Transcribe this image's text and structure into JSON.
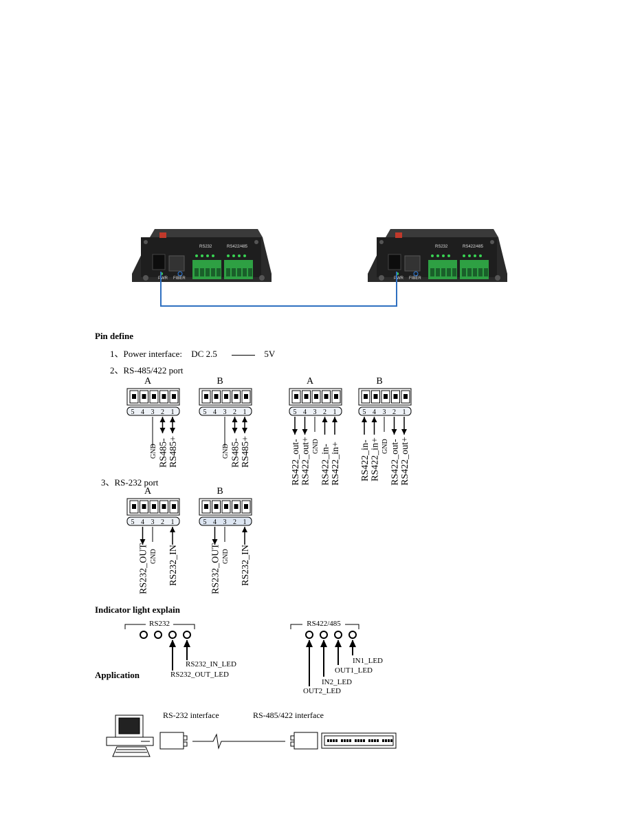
{
  "devices": {
    "left": {
      "rs232_label": "RS232",
      "rs485_label": "RS422/485",
      "pwr_label": "PWR",
      "fiber_label": "FIBER"
    },
    "right": {
      "rs232_label": "RS232",
      "rs485_label": "RS422/485",
      "pwr_label": "PWR",
      "fiber_label": "FIBER"
    }
  },
  "pin_define": {
    "heading": "Pin define",
    "power": {
      "prefix": "1、Power interface:",
      "type": "DC 2.5",
      "voltage": "5V"
    },
    "rs485_title": "2、RS-485/422 port",
    "rs232_title": "3、RS-232 port",
    "labels_a": "A",
    "labels_b": "B",
    "pin_numbers": [
      "5",
      "4",
      "3",
      "2",
      "1"
    ],
    "rs485_a": [
      "GND",
      "RS485-",
      "RS485+"
    ],
    "rs485_b": [
      "GND",
      "RS485-",
      "RS485+"
    ],
    "rs422_a": [
      "RS422_out-",
      "RS422_out+",
      "GND",
      "RS422_in-",
      "RS422_in+"
    ],
    "rs422_b": [
      "RS422_in-",
      "RS422_in+",
      "GND",
      "RS422_out-",
      "RS422_out+"
    ],
    "rs232_a": [
      "RS232_OUT",
      "GND",
      "RS232_IN"
    ],
    "rs232_b": [
      "RS232_OUT",
      "GND",
      "RS232_IN"
    ]
  },
  "indicator": {
    "heading": "Indicator light explain",
    "rs232_label": "RS232",
    "rs232_in": "RS232_IN_LED",
    "rs232_out": "RS232_OUT_LED",
    "rs485_label": "RS422/485",
    "in1": "IN1_LED",
    "out1": "OUT1_LED",
    "in2": "IN2_LED",
    "out2": "OUT2_LED"
  },
  "application": {
    "heading": "Application",
    "rs232_interface": "RS-232 interface",
    "rs485_interface": "RS-485/422 interface"
  }
}
